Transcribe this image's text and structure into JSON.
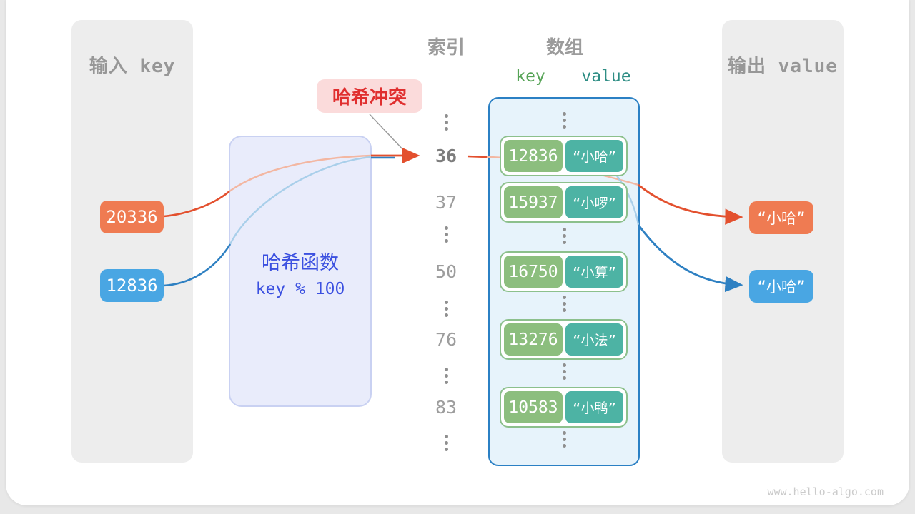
{
  "page": {
    "watermark": "www.hello-algo.com"
  },
  "colors": {
    "key_orange": "#ef7b52",
    "key_blue": "#49a6e3",
    "arrow_orange": "#e3502e",
    "arrow_blue": "#2e80c2",
    "pale_orange": "#f3b7a2",
    "pale_blue": "#a9cfea",
    "pair_key_green": "#8cbe7e",
    "pair_value_teal": "#4db3a4",
    "pair_border_green": "#8cc08c",
    "array_border_blue": "#2b80c4",
    "array_fill": "#e7f3fb",
    "hash_fill": "#e9ecfb",
    "hash_text": "#3b50e0",
    "collision_fill": "#fbdbdb",
    "collision_text": "#e02f2f",
    "panel_gray": "#ededed",
    "header_gray": "#9b9b9b"
  },
  "input_panel": {
    "title": "输入 key",
    "keys": [
      {
        "value": "20336",
        "color": "orange"
      },
      {
        "value": "12836",
        "color": "blue"
      }
    ]
  },
  "hash_function": {
    "title": "哈希函数",
    "formula": "key % 100"
  },
  "collision_label": {
    "text": "哈希冲突"
  },
  "index_column": {
    "title": "索引",
    "indices": [
      {
        "label": "36",
        "highlight": true
      },
      {
        "label": "37",
        "highlight": false
      },
      {
        "label": "50",
        "highlight": false
      },
      {
        "label": "76",
        "highlight": false
      },
      {
        "label": "83",
        "highlight": false
      }
    ]
  },
  "array_panel": {
    "title": "数组",
    "key_header": "key",
    "value_header": "value",
    "pairs": [
      {
        "key": "12836",
        "value": "“小哈”"
      },
      {
        "key": "15937",
        "value": "“小啰”"
      },
      {
        "key": "16750",
        "value": "“小算”"
      },
      {
        "key": "13276",
        "value": "“小法”"
      },
      {
        "key": "10583",
        "value": "“小鸭”"
      }
    ]
  },
  "output_panel": {
    "title": "输出 value",
    "values": [
      {
        "text": "“小哈”",
        "color": "orange"
      },
      {
        "text": "“小哈”",
        "color": "blue"
      }
    ]
  }
}
